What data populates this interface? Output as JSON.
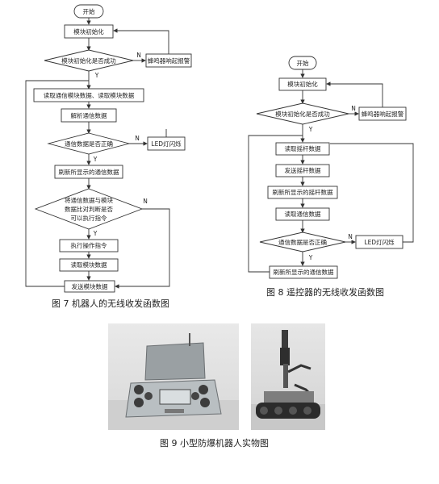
{
  "fig7": {
    "start": "开始",
    "init": "模块初始化",
    "init_ok": "模块初始化是否成功",
    "init_fail": "蜂鸣器响起报警",
    "read1": "读取通信模块数据、读取模块数据",
    "parse": "解析通信数据",
    "data_ok": "通信数据是否正确",
    "led": "LED灯闪烁",
    "refresh": "刷新所显示的通信数据",
    "cmp1": "将通信数据与模块",
    "cmp2": "数据比对判断是否",
    "cmp3": "可以执行指令",
    "exec": "执行操作指令",
    "read_mod": "读取模块数据",
    "send": "发送模块数据",
    "n1": "N",
    "y1": "Y",
    "n2": "N",
    "y2": "Y",
    "n3": "N",
    "y3": "Y",
    "caption": "图 7  机器人的无线收发函数图"
  },
  "fig8": {
    "start": "开始",
    "init": "模块初始化",
    "init_ok": "模块初始化是否成功",
    "init_fail": "蜂鸣器响起报警",
    "read_stick": "读取摇杆数据",
    "send_stick": "发送摇杆数据",
    "refresh_stick": "刷新所显示的摇杆数据",
    "read_comm": "读取通信数据",
    "data_ok": "通信数据是否正确",
    "led": "LED灯闪烁",
    "refresh_comm": "刷新所显示的通信数据",
    "n1": "N",
    "y1": "Y",
    "n2": "N",
    "y2": "Y",
    "caption": "图 8  遥控器的无线收发函数图"
  },
  "fig9": {
    "caption": "图 9  小型防爆机器人实物图"
  }
}
